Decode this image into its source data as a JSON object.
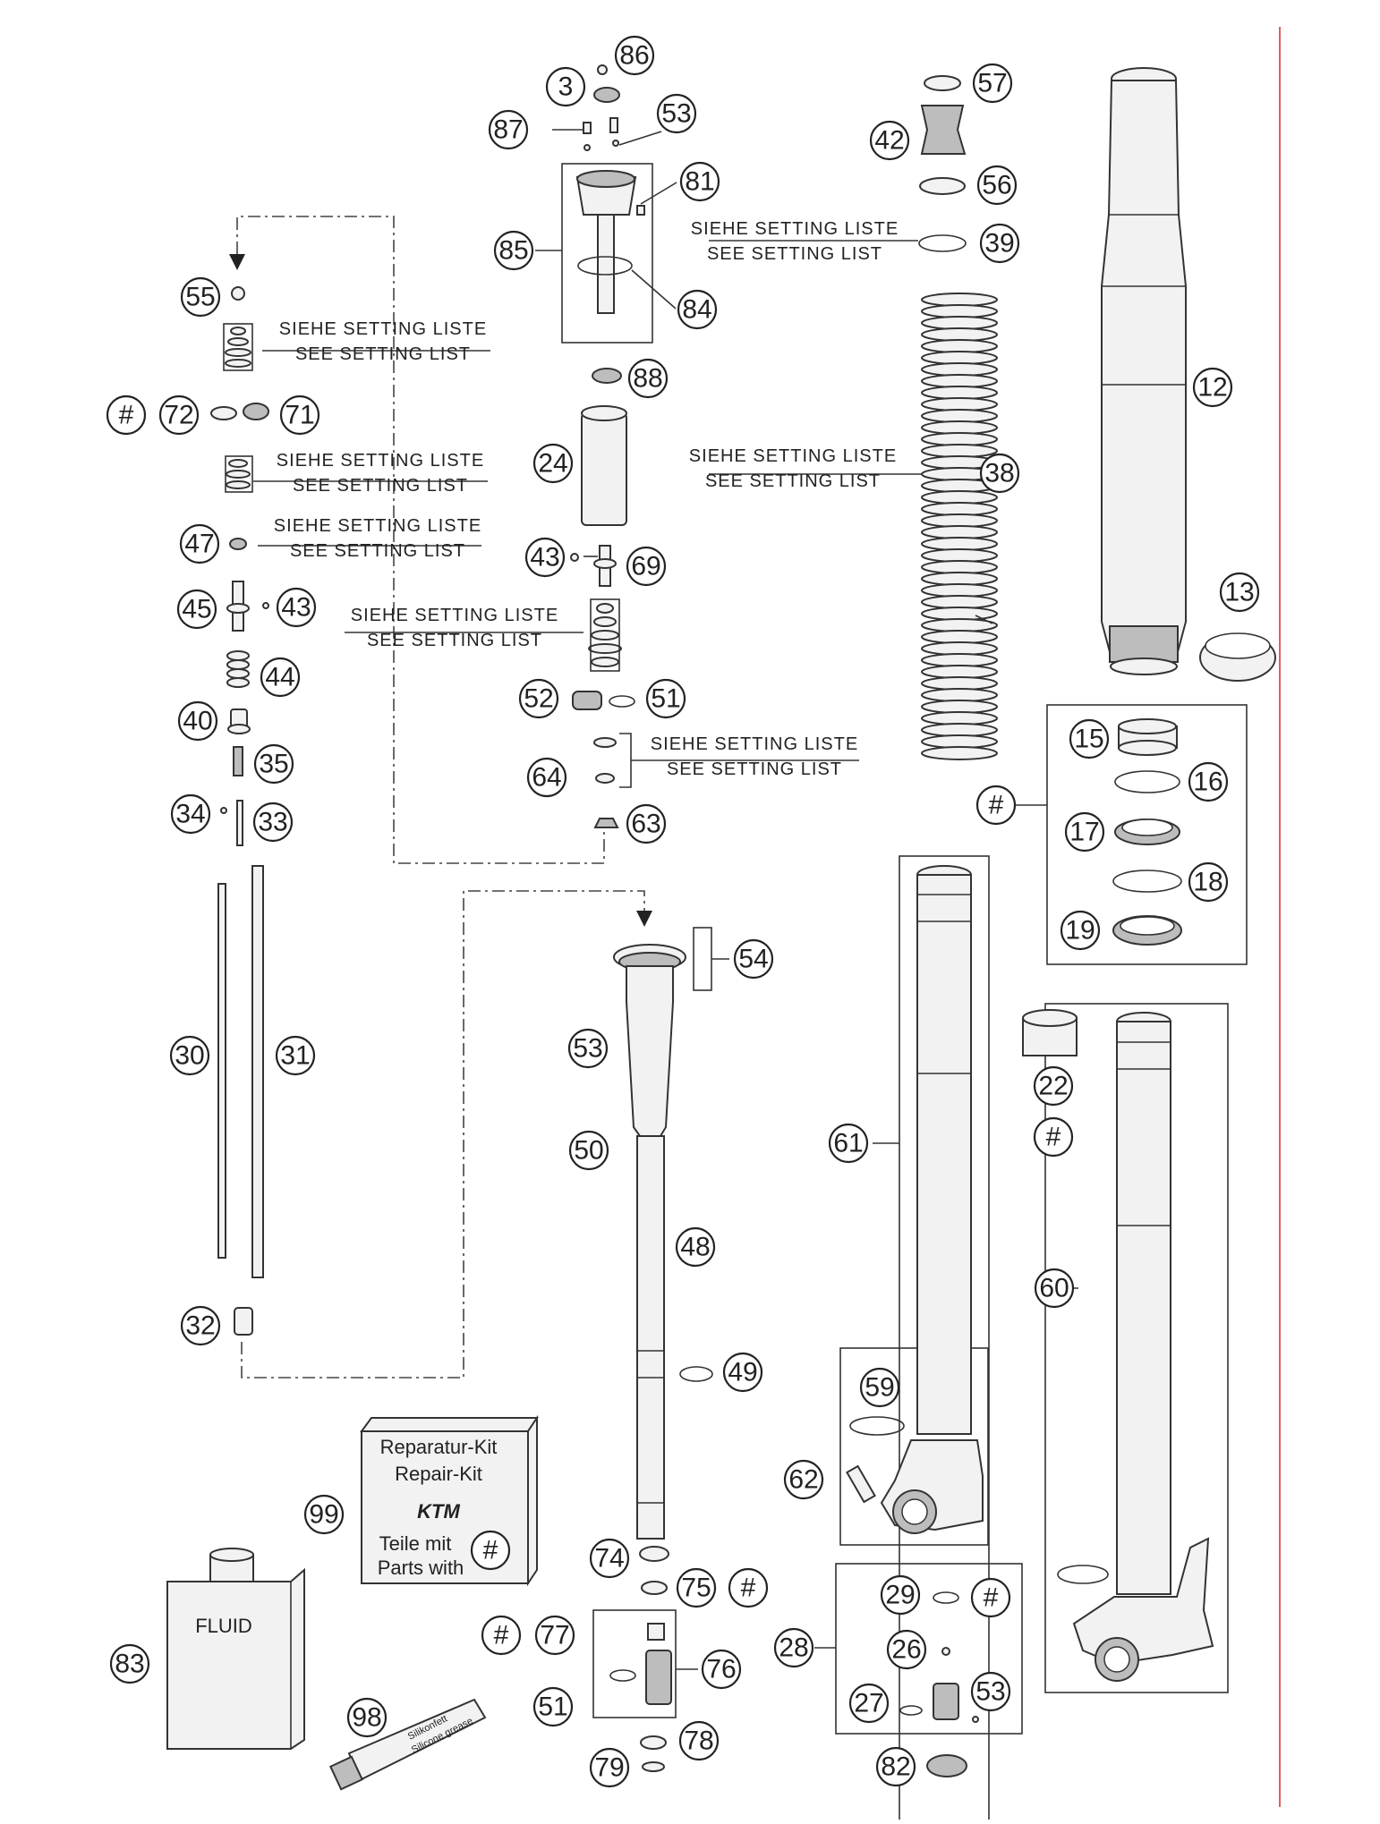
{
  "diagram": {
    "setting_note": {
      "de": "SIEHE SETTING LISTE",
      "en": "SEE SETTING LIST"
    },
    "hash_symbol": "#",
    "repair_kit": {
      "line1": "Reparatur-Kit",
      "line2": "Repair-Kit",
      "logo": "KTM",
      "line3": "Teile mit",
      "line4": "Parts with"
    },
    "fluid_label": "FLUID",
    "grease_label": {
      "line1": "Silikonfett",
      "line2": "Silicone grease"
    },
    "callouts": [
      "3",
      "86",
      "87",
      "53",
      "81",
      "85",
      "84",
      "88",
      "24",
      "43",
      "69",
      "52",
      "51",
      "64",
      "63",
      "54",
      "53",
      "50",
      "48",
      "49",
      "74",
      "75",
      "77",
      "76",
      "51",
      "78",
      "79",
      "98",
      "99",
      "83",
      "57",
      "42",
      "56",
      "39",
      "38",
      "12",
      "13",
      "15",
      "16",
      "17",
      "18",
      "19",
      "61",
      "59",
      "62",
      "22",
      "60",
      "29",
      "26",
      "27",
      "53",
      "28",
      "82",
      "55",
      "72",
      "71",
      "47",
      "45",
      "43",
      "44",
      "40",
      "35",
      "34",
      "33",
      "30",
      "31",
      "32"
    ],
    "hash_callouts": 7,
    "accent_color": "#e06060"
  }
}
